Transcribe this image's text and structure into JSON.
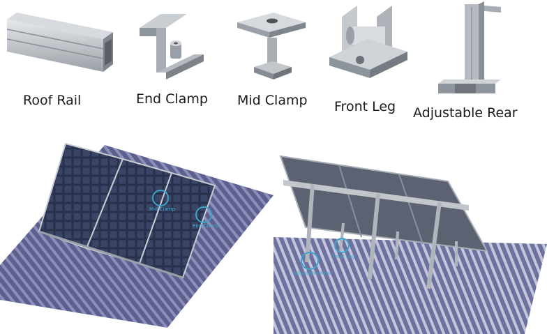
{
  "parts": [
    {
      "id": "roof-rail",
      "label": "Roof Rail"
    },
    {
      "id": "end-clamp",
      "label": "End Clamp"
    },
    {
      "id": "mid-clamp",
      "label": "Mid Clamp"
    },
    {
      "id": "front-leg",
      "label": "Front Leg"
    },
    {
      "id": "adjustable-rear",
      "label": "Adjustable Rear"
    }
  ],
  "scene_left": {
    "callouts": [
      {
        "label": "Mid Clamp"
      },
      {
        "label": "End Clamp"
      }
    ]
  },
  "scene_right": {
    "callouts": [
      {
        "label": "Adjustable Rear"
      },
      {
        "label": "Front Leg"
      }
    ]
  },
  "colors": {
    "aluminum": "#b9bec4",
    "panel": "#2c3550",
    "roof": "#5d5f8f",
    "callout": "#3aa6c9"
  }
}
